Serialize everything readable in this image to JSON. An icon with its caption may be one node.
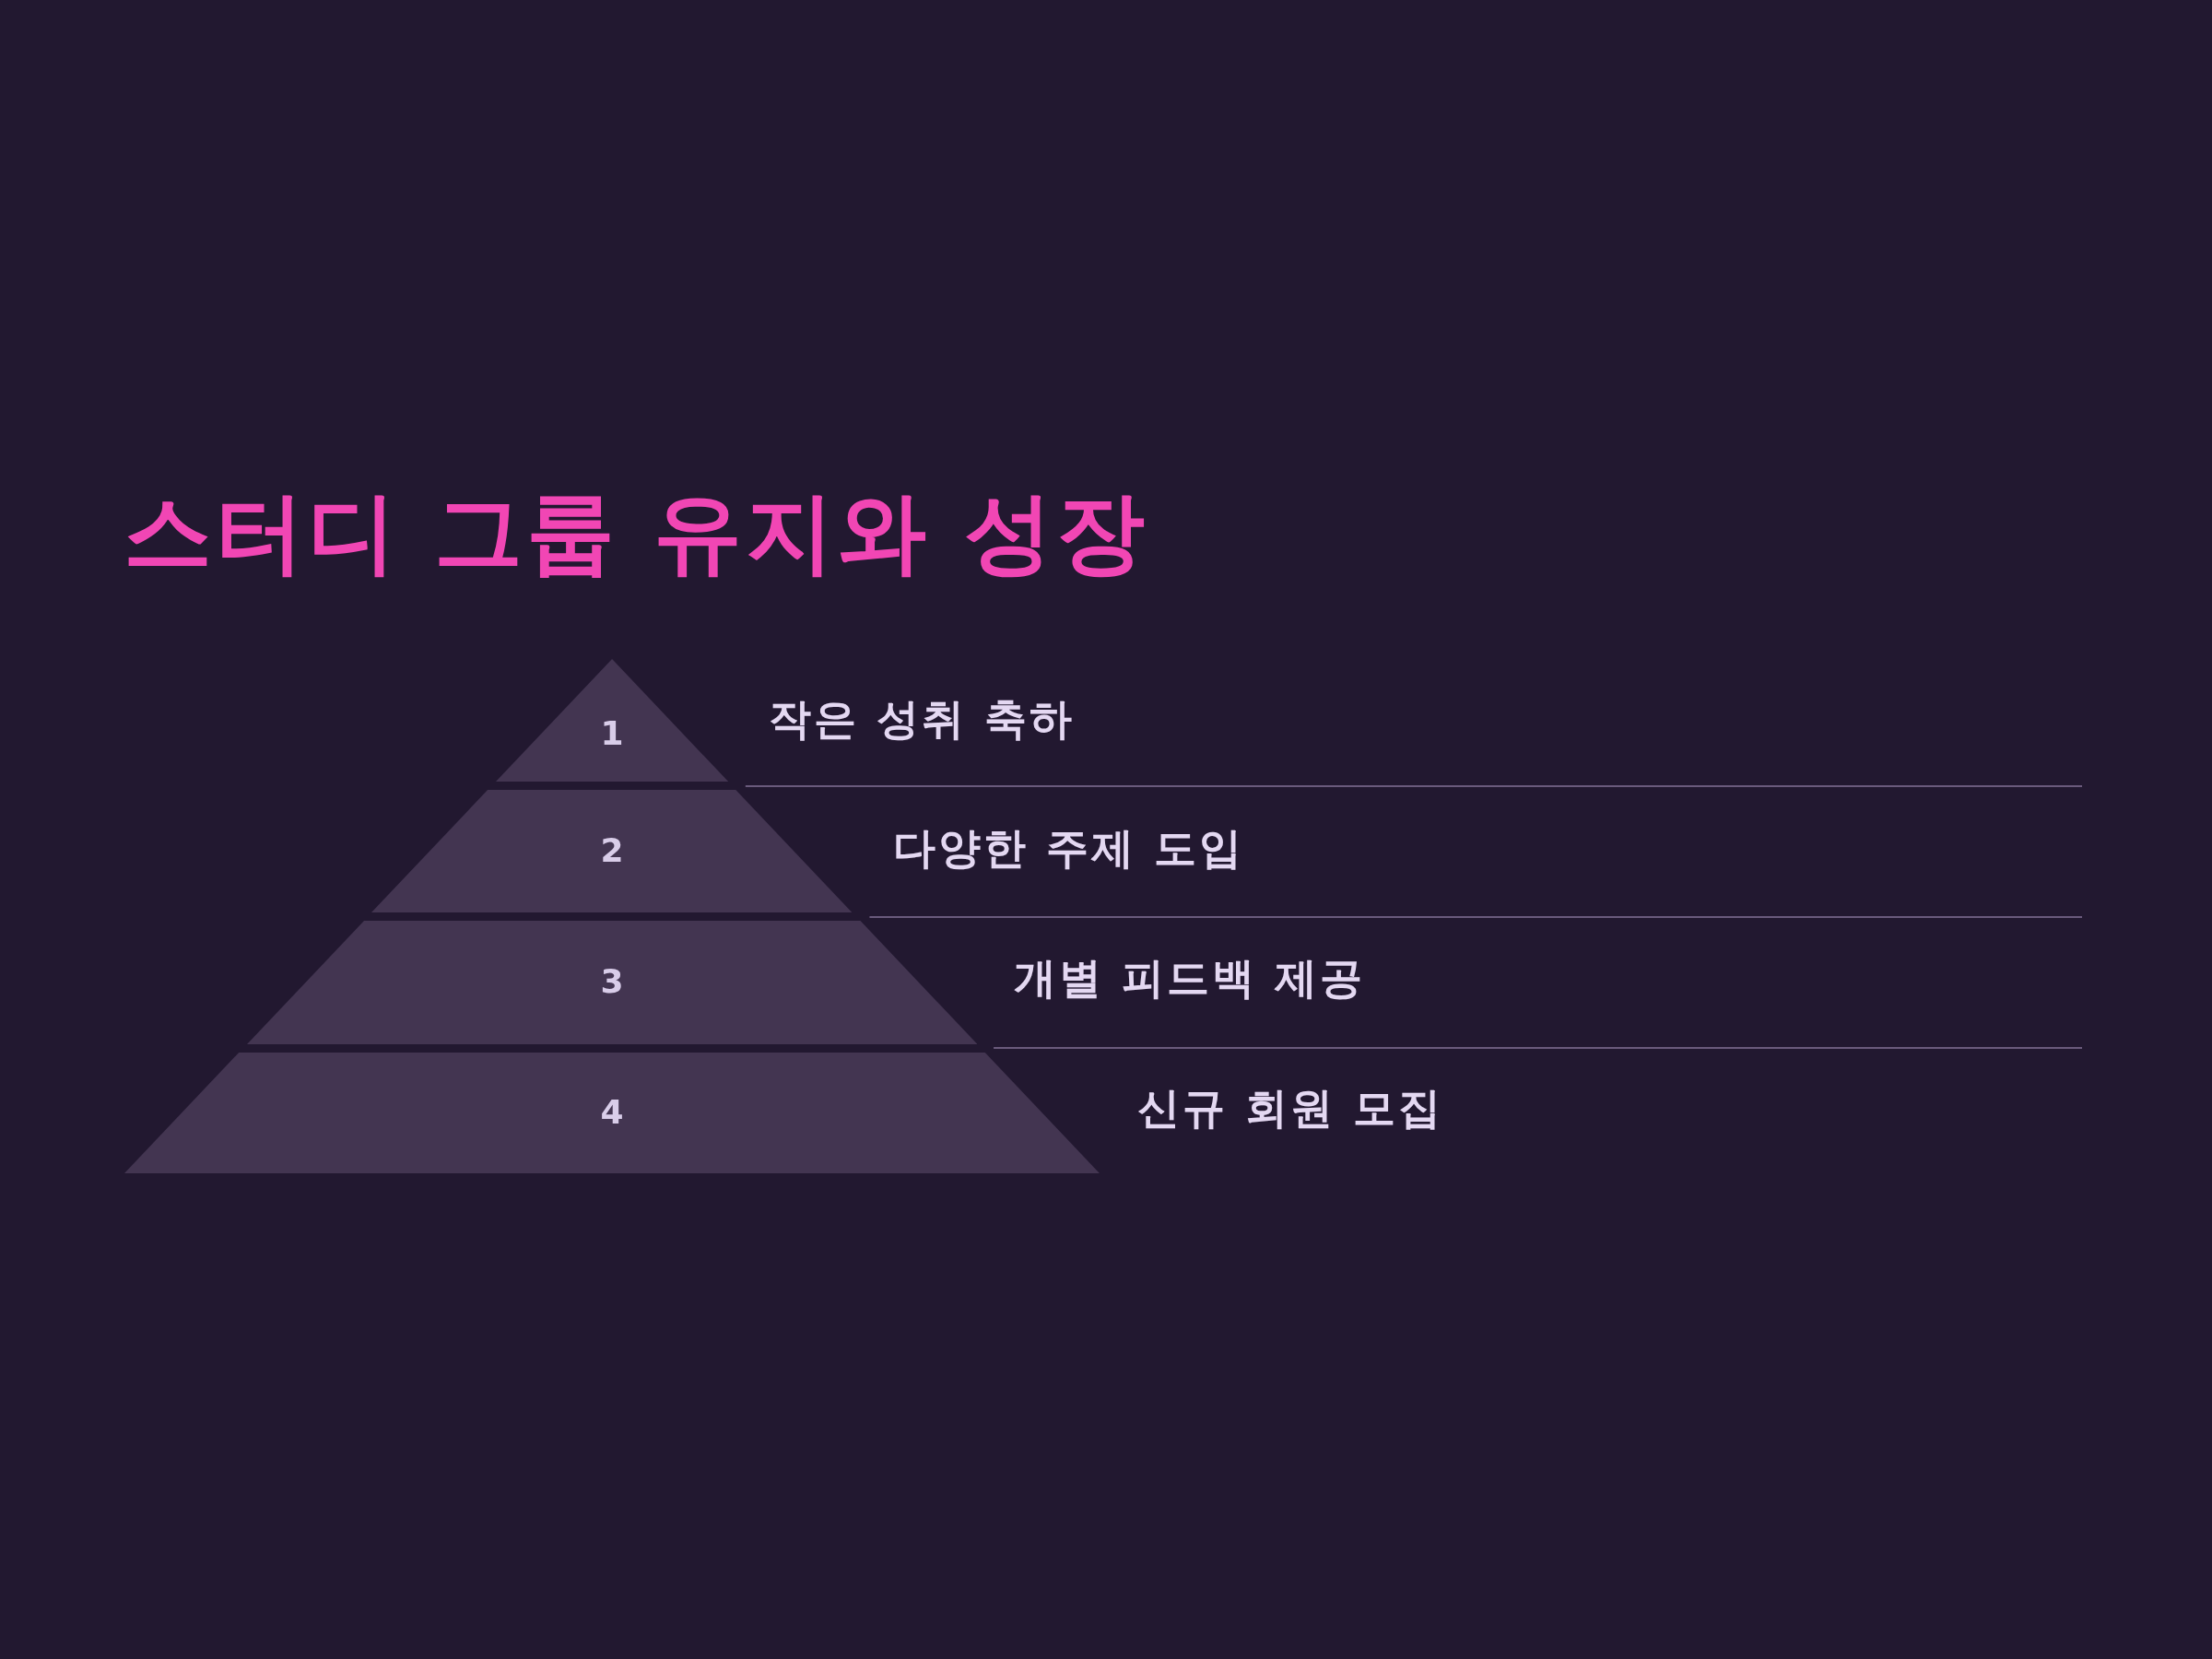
{
  "diagram": {
    "title": "스터디 그룹 유지와 성장",
    "nodes": [
      {
        "text": [
          "1"
        ],
        "beside": [
          "작은 성취 축하"
        ]
      },
      {
        "text": [
          "2"
        ],
        "beside": [
          "다양한 주제 도입"
        ]
      },
      {
        "text": [
          "3"
        ],
        "beside": [
          "개별 피드백 제공"
        ]
      },
      {
        "text": [
          "4"
        ],
        "beside": [
          "신규 회원 모집"
        ]
      }
    ]
  }
}
